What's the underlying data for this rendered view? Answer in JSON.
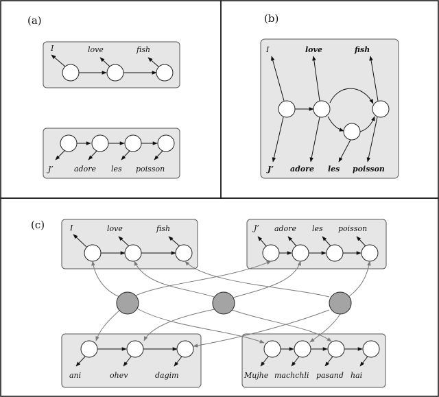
{
  "panels": {
    "a": {
      "label": "(a)",
      "english": [
        "I",
        "love",
        "fish"
      ],
      "french": [
        "J’",
        "adore",
        "les",
        "poisson"
      ]
    },
    "b": {
      "label": "(b)",
      "top": [
        "I",
        "love",
        "fish"
      ],
      "bottom": [
        "J’",
        "adore",
        "les",
        "poisson"
      ]
    },
    "c": {
      "label": "(c)",
      "english": [
        "I",
        "love",
        "fish"
      ],
      "french": [
        "J’",
        "adore",
        "les",
        "poisson"
      ],
      "hebrew": [
        "ani",
        "ohev",
        "dagim"
      ],
      "hindi": [
        "Mujhe",
        "machchli",
        "pasand",
        "hai"
      ]
    }
  },
  "colors": {
    "box_fill": "#e6e6e6",
    "hub_fill": "#a4a4a4",
    "gray_arrow": "#7a7a7a"
  }
}
